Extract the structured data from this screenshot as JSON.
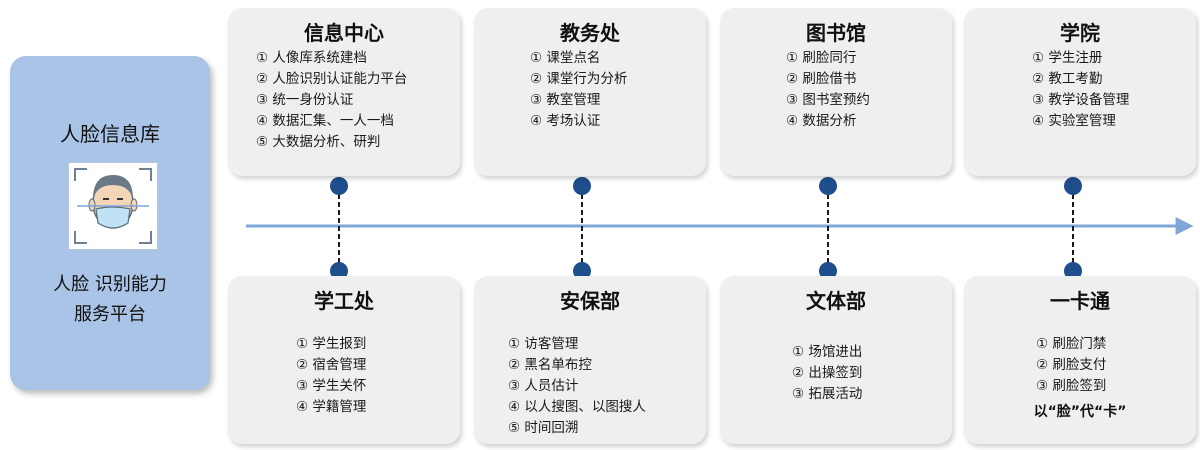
{
  "platform": {
    "title": "人脸信息库",
    "subtitle_line1": "人脸 识别能力",
    "subtitle_line2": "服务平台",
    "icon": "face-recognition-icon"
  },
  "colors": {
    "panel": "#a9c4e6",
    "axis": "#7ea6d6",
    "dot": "#1f4e8c",
    "card": "#efefef"
  },
  "top_cards": [
    {
      "title": "信息中心",
      "items": [
        "① 人像库系统建档",
        "② 人脸识别认证能力平台",
        "③ 统一身份认证",
        "④ 数据汇集、一人一档",
        "⑤ 大数据分析、研判"
      ]
    },
    {
      "title": "教务处",
      "items": [
        "① 课堂点名",
        "② 课堂行为分析",
        "③ 教室管理",
        "④ 考场认证"
      ]
    },
    {
      "title": "图书馆",
      "items": [
        "① 刷脸同行",
        "② 刷脸借书",
        "③ 图书室预约",
        "④ 数据分析"
      ]
    },
    {
      "title": "学院",
      "items": [
        "① 学生注册",
        "② 教工考勤",
        "③ 教学设备管理",
        "④ 实验室管理"
      ]
    }
  ],
  "bottom_cards": [
    {
      "title": "学工处",
      "items": [
        "① 学生报到",
        "② 宿舍管理",
        "③ 学生关怀",
        "④ 学籍管理"
      ],
      "tag": ""
    },
    {
      "title": "安保部",
      "items": [
        "① 访客管理",
        "② 黑名单布控",
        "③ 人员估计",
        "④ 以人搜图、以图搜人",
        "⑤ 时间回溯"
      ],
      "tag": ""
    },
    {
      "title": "文体部",
      "items": [
        "① 场馆进出",
        "② 出操签到",
        "③ 拓展活动"
      ],
      "tag": ""
    },
    {
      "title": "一卡通",
      "items": [
        "① 刷脸门禁",
        "② 刷脸支付",
        "③ 刷脸签到"
      ],
      "tag": "以“脸”代“卡”"
    }
  ]
}
